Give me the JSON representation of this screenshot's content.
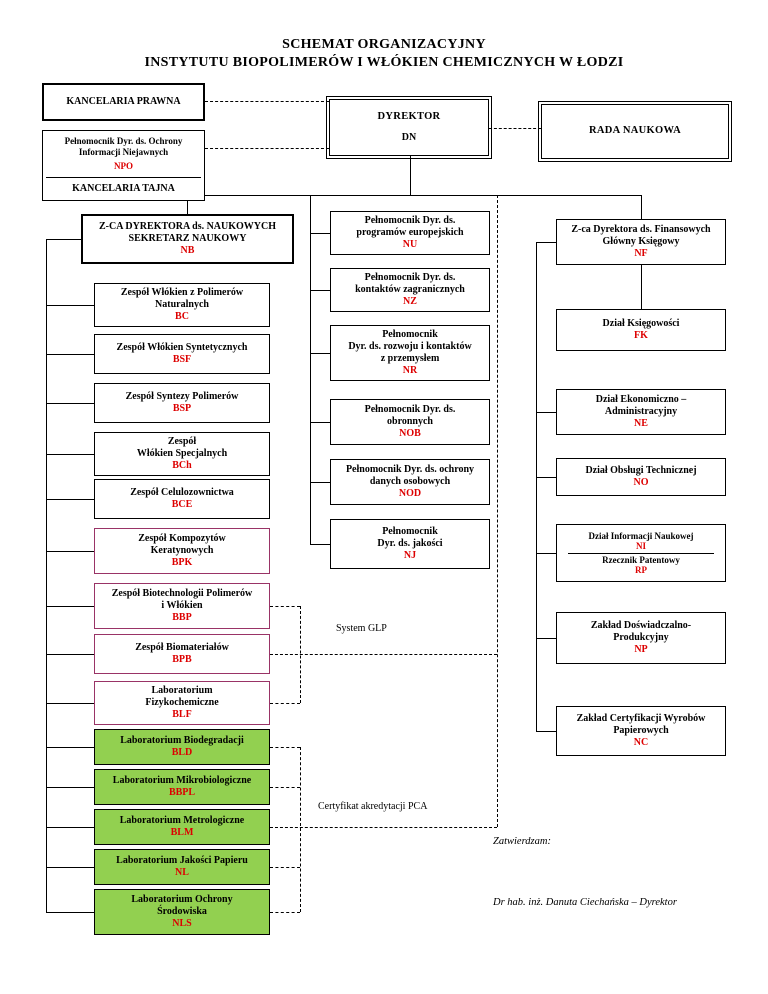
{
  "colors": {
    "red": "#dd0000",
    "green": "#92d050",
    "purple": "#993366"
  },
  "title": {
    "line1": "SCHEMAT ORGANIZACYJNY",
    "line2": "INSTYTUTU BIOPOLIMERÓW I WŁÓKIEN CHEMICZNYCH W ŁODZI"
  },
  "top": {
    "kancelaria_prawna": "KANCELARIA PRAWNA",
    "npo_title": "Pełnomocnik Dyr. ds. Ochrony\nInformacji Niejawnych",
    "npo_code": "NPO",
    "kancelaria_tajna": "KANCELARIA TAJNA",
    "dyrektor_title": "DYREKTOR",
    "dyrektor_code": "DN",
    "rada_naukowa": "RADA NAUKOWA"
  },
  "left": {
    "head": {
      "title": "Z-CA DYREKTORA ds. NAUKOWYCH\nSEKRETARZ NAUKOWY",
      "code": "NB"
    },
    "bc": {
      "title": "Zespół Włókien z Polimerów\nNaturalnych",
      "code": "BC"
    },
    "bsf": {
      "title": "Zespół Włókien Syntetycznych",
      "code": "BSF"
    },
    "bsp": {
      "title": "Zespół Syntezy Polimerów",
      "code": "BSP"
    },
    "bch": {
      "title": "Zespół\nWłókien Specjalnych",
      "code": "BCh"
    },
    "bce": {
      "title": "Zespół Celulozownictwa",
      "code": "BCE"
    },
    "bpk": {
      "title": "Zespół Kompozytów\nKeratynowych",
      "code": "BPK"
    },
    "bbp": {
      "title": "Zespół Biotechnologii Polimerów\ni Włókien",
      "code": "BBP"
    },
    "bpb": {
      "title": "Zespół Biomateriałów",
      "code": "BPB"
    },
    "blf": {
      "title": "Laboratorium\nFizykochemiczne",
      "code": "BLF"
    },
    "bld": {
      "title": "Laboratorium Biodegradacji",
      "code": "BLD"
    },
    "bbpl": {
      "title": "Laboratorium Mikrobiologiczne",
      "code": "BBPL"
    },
    "blm": {
      "title": "Laboratorium Metrologiczne",
      "code": "BLM"
    },
    "nl": {
      "title": "Laboratorium Jakości Papieru",
      "code": "NL"
    },
    "nls": {
      "title": "Laboratorium Ochrony\nŚrodowiska",
      "code": "NLS"
    }
  },
  "middle": {
    "nu": {
      "title": "Pełnomocnik Dyr. ds.\nprogramów europejskich",
      "code": "NU"
    },
    "nz": {
      "title": "Pełnomocnik Dyr. ds.\nkontaktów zagranicznych",
      "code": "NZ"
    },
    "nr": {
      "title": "Pełnomocnik\nDyr. ds. rozwoju i kontaktów\nz przemysłem",
      "code": "NR"
    },
    "nob": {
      "title": "Pełnomocnik Dyr. ds.\nobronnych",
      "code": "NOB"
    },
    "nod": {
      "title": "Pełnomocnik Dyr. ds. ochrony\ndanych osobowych",
      "code": "NOD"
    },
    "nj": {
      "title": "Pełnomocnik\nDyr. ds. jakości",
      "code": "NJ"
    }
  },
  "right": {
    "head": {
      "title": "Z-ca Dyrektora ds. Finansowych\nGłówny Księgowy",
      "code": "NF"
    },
    "fk": {
      "title": "Dział Księgowości",
      "code": "FK"
    },
    "ne": {
      "title": "Dział Ekonomiczno –\nAdministracyjny",
      "code": "NE"
    },
    "no": {
      "title": "Dział Obsługi Technicznej",
      "code": "NO"
    },
    "ni": {
      "title": "Dział Informacji Naukowej",
      "code": "NI",
      "title2": "Rzecznik Patentowy",
      "code2": "RP"
    },
    "np": {
      "title": "Zakład Doświadczalno-\nProdukcyjny",
      "code": "NP"
    },
    "nc": {
      "title": "Zakład Certyfikacji Wyrobów\nPapierowych",
      "code": "NC"
    }
  },
  "notes": {
    "glp": "System GLP",
    "pca": "Certyfikat akredytacji PCA",
    "approve": "Zatwierdzam:",
    "signature": "Dr hab. inż. Danuta Ciechańska – Dyrektor"
  }
}
